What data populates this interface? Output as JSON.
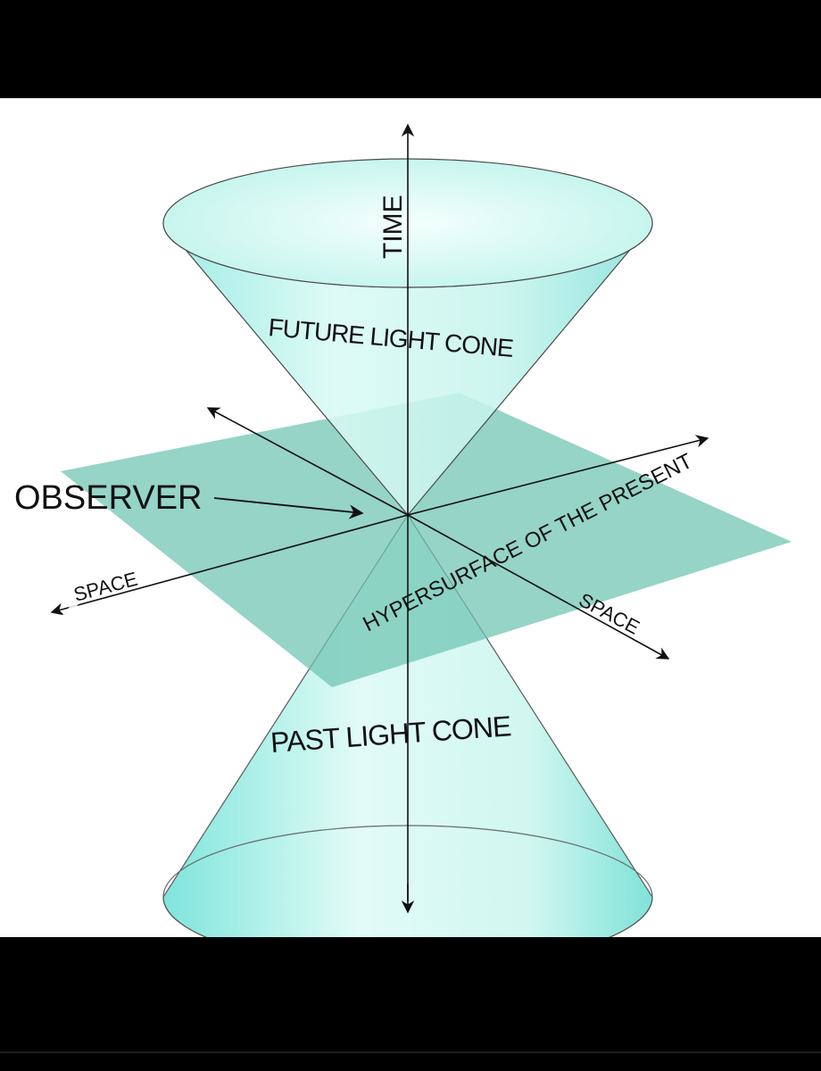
{
  "diagram": {
    "labels": {
      "time": "TIME",
      "future_cone": "FUTURE LIGHT CONE",
      "observer": "OBSERVER",
      "space_left": "SPACE",
      "space_right": "SPACE",
      "hypersurface": "HYPERSURFACE OF THE PRESENT",
      "past_cone": "PAST LIGHT CONE"
    },
    "colors": {
      "cone_fill": "#c9f5ee",
      "cone_edge": "#7fdfd6",
      "plane_fill": "#6cc4b2",
      "axis": "#111111",
      "background": "#ffffff"
    }
  },
  "viewer": {
    "prev_icon": "chevron-left-icon",
    "next_icon": "chevron-right-icon"
  }
}
